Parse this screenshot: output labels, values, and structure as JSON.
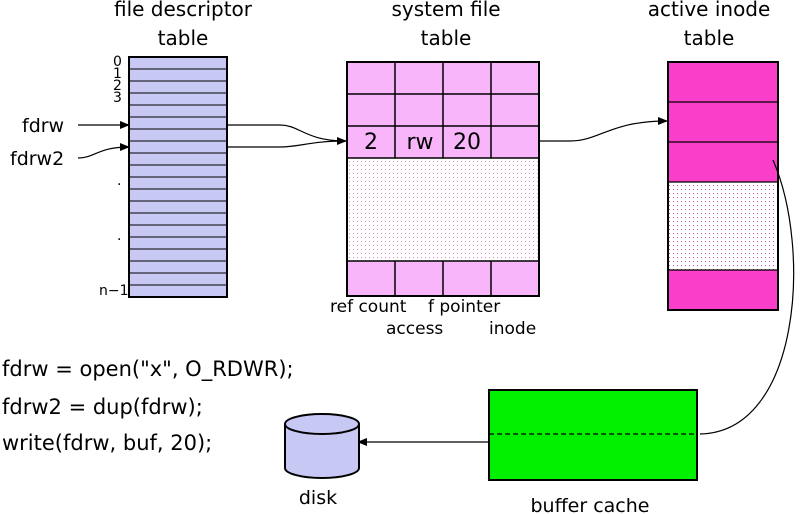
{
  "headers": {
    "fd_table": [
      "file descriptor",
      "table"
    ],
    "sys_table": [
      "system file",
      "table"
    ],
    "inode_table": [
      "active inode",
      "table"
    ]
  },
  "fd_table": {
    "indices": [
      "0",
      "1",
      "2",
      "3"
    ],
    "dots": [
      ".",
      "."
    ],
    "last_index": "n−1",
    "pointers": [
      "fdrw",
      "fdrw2"
    ]
  },
  "sys_table": {
    "entry": [
      "2",
      "rw",
      "20"
    ],
    "column_labels": {
      "ref_count": "ref count",
      "f_pointer": "f pointer",
      "access": "access",
      "inode": "inode"
    }
  },
  "code": [
    "fdrw = open(\"x\", O_RDWR);",
    "fdrw2 = dup(fdrw);",
    "write(fdrw, buf, 20);"
  ],
  "buffer_cache": "buffer cache",
  "disk": "disk",
  "colors": {
    "fd_fill": "#c8c8f4",
    "sys_fill": "#f9b5f9",
    "inode_fill": "#f93ec9",
    "cache_fill": "#00f000",
    "disk_fill": "#c8c8f4"
  }
}
